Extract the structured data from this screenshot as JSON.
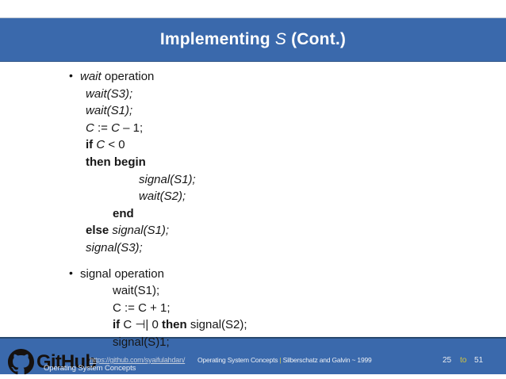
{
  "title": {
    "pre": "Implementing ",
    "emph": "S",
    "post": " (Cont.)"
  },
  "content": {
    "bullet_char": "•",
    "lines": [
      {
        "bullet": true,
        "ind": "b1",
        "mt": false,
        "segs": [
          [
            "wait",
            "i"
          ],
          [
            " operation",
            "r"
          ]
        ]
      },
      {
        "bullet": false,
        "ind": "c1",
        "mt": false,
        "segs": [
          [
            "wait(S3);",
            "i"
          ]
        ]
      },
      {
        "bullet": false,
        "ind": "c1",
        "mt": false,
        "segs": [
          [
            "wait(S1);",
            "i"
          ]
        ]
      },
      {
        "bullet": false,
        "ind": "c1",
        "mt": false,
        "segs": [
          [
            "C",
            "i"
          ],
          [
            " := ",
            "r"
          ],
          [
            "C",
            "i"
          ],
          [
            " – 1;",
            "r"
          ]
        ]
      },
      {
        "bullet": false,
        "ind": "c1",
        "mt": false,
        "segs": [
          [
            "if ",
            "b"
          ],
          [
            "C",
            "i"
          ],
          [
            " < 0",
            "r"
          ]
        ]
      },
      {
        "bullet": false,
        "ind": "c1",
        "mt": false,
        "segs": [
          [
            "then begin",
            "b"
          ]
        ]
      },
      {
        "bullet": false,
        "ind": "c3",
        "mt": false,
        "segs": [
          [
            "signal(S1);",
            "i"
          ]
        ]
      },
      {
        "bullet": false,
        "ind": "c3",
        "mt": false,
        "segs": [
          [
            "wait(S2);",
            "i"
          ]
        ]
      },
      {
        "bullet": false,
        "ind": "c2",
        "mt": false,
        "segs": [
          [
            "end",
            "b"
          ]
        ]
      },
      {
        "bullet": false,
        "ind": "c1",
        "mt": false,
        "segs": [
          [
            "else ",
            "b"
          ],
          [
            "signal(S1);",
            "i"
          ]
        ]
      },
      {
        "bullet": false,
        "ind": "c1",
        "mt": false,
        "segs": [
          [
            "signal(S3);",
            "i"
          ]
        ]
      },
      {
        "bullet": true,
        "ind": "b1",
        "mt": true,
        "segs": [
          [
            "signal operation",
            "r"
          ]
        ]
      },
      {
        "bullet": false,
        "ind": "c2",
        "mt": false,
        "segs": [
          [
            "wait(S1);",
            "r"
          ]
        ]
      },
      {
        "bullet": false,
        "ind": "c2",
        "mt": false,
        "segs": [
          [
            "C := C + 1;",
            "r"
          ]
        ]
      },
      {
        "bullet": false,
        "ind": "c2",
        "mt": false,
        "segs": [
          [
            "if ",
            "b"
          ],
          [
            "C ⊣| 0 ",
            "r"
          ],
          [
            "then ",
            "b"
          ],
          [
            "signal(S2);",
            "r"
          ]
        ]
      },
      {
        "bullet": false,
        "ind": "c2",
        "mt": false,
        "segs": [
          [
            "signal(S)1;",
            "r"
          ]
        ]
      }
    ]
  },
  "footer": {
    "github_logo_icon": "github-octocat-mark",
    "github_wordmark": "GitHub",
    "link": "https://github.com/syaifulahdan/",
    "source": {
      "pre": "Operating System Concepts ",
      "sep": "|",
      "post": " Silberschatz and Galvin ~ 1999"
    },
    "subtitle": "Operating System Concepts",
    "page_current": "25",
    "page_connector": "to",
    "page_total": "51"
  },
  "colors": {
    "bar_blue": "#3a69ac",
    "bar_border_dark": "#28486e",
    "title_text": "#ffffff",
    "body_text": "#161616",
    "link_text": "#c6cfdd",
    "separator_yellow": "#ddcc49",
    "page_connector_yellow": "#d4c63e",
    "logo_black": "#16110e"
  }
}
